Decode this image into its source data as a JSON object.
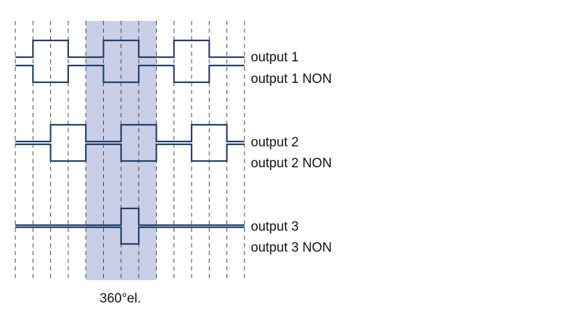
{
  "colors": {
    "signal": "#1f3e6a",
    "grid": "#444444",
    "highlight": "#c9cfe6",
    "text": "#111111"
  },
  "caption": "360°el.",
  "signals": [
    {
      "label": "output 1",
      "initial": 0,
      "transitions": [
        1,
        3,
        5,
        7,
        9,
        11
      ]
    },
    {
      "label": "output 1 NON",
      "initial": 1,
      "transitions": [
        1,
        3,
        5,
        7,
        9,
        11
      ]
    },
    {
      "label": "output 2",
      "initial": 0,
      "transitions": [
        2,
        4,
        6,
        8,
        10,
        12
      ]
    },
    {
      "label": "output 2 NON",
      "initial": 1,
      "transitions": [
        2,
        4,
        6,
        8,
        10,
        12
      ]
    },
    {
      "label": "output 3",
      "initial": 0,
      "transitions": [
        6,
        7
      ]
    },
    {
      "label": "output 3 NON",
      "initial": 1,
      "transitions": [
        6,
        7
      ]
    }
  ],
  "highlight_interval": [
    4,
    8
  ]
}
